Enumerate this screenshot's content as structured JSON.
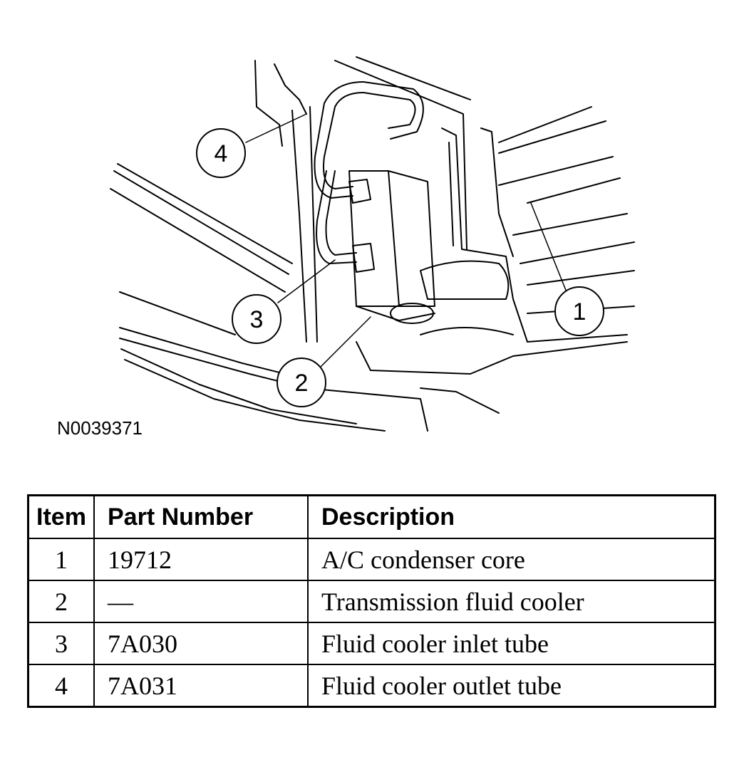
{
  "figure": {
    "id_label": "N0039371",
    "callouts": [
      "1",
      "2",
      "3",
      "4"
    ]
  },
  "table": {
    "headers": [
      "Item",
      "Part Number",
      "Description"
    ],
    "rows": [
      {
        "item": "1",
        "part": "19712",
        "desc": "A/C condenser core"
      },
      {
        "item": "2",
        "part": "—",
        "desc": "Transmission fluid cooler"
      },
      {
        "item": "3",
        "part": "7A030",
        "desc": "Fluid cooler inlet tube"
      },
      {
        "item": "4",
        "part": "7A031",
        "desc": "Fluid cooler outlet tube"
      }
    ]
  }
}
